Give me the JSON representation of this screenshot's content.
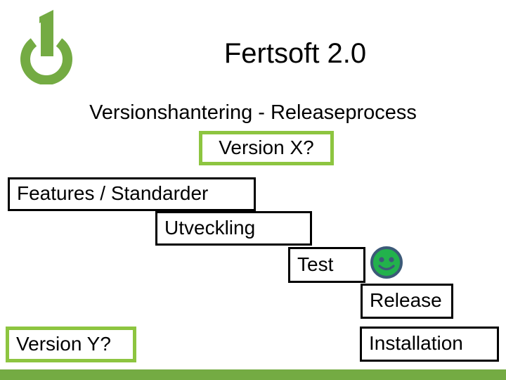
{
  "slide": {
    "title": "Fertsoft 2.0",
    "subtitle": "Versionshantering - Releaseprocess",
    "logo_name": "fertsoft-power-logo",
    "brand_green": "#8DC540",
    "footer_green": "#74AB43",
    "outline_black": "#000000",
    "smiley_fill": "#22B24C",
    "smiley_stroke": "#3C5A78"
  },
  "diagram": {
    "type": "staircase-process",
    "steps": [
      {
        "id": "version-x",
        "label": "Version X?",
        "border": "green"
      },
      {
        "id": "features",
        "label": "Features / Standarder",
        "border": "black"
      },
      {
        "id": "utveckling",
        "label": "Utveckling",
        "border": "black"
      },
      {
        "id": "test",
        "label": "Test",
        "border": "black"
      },
      {
        "id": "release",
        "label": "Release",
        "border": "black"
      },
      {
        "id": "installation",
        "label": "Installation",
        "border": "black"
      },
      {
        "id": "version-y",
        "label": "Version Y?",
        "border": "green"
      }
    ],
    "status_icon": {
      "name": "smiley-face-icon",
      "state": "happy"
    }
  }
}
